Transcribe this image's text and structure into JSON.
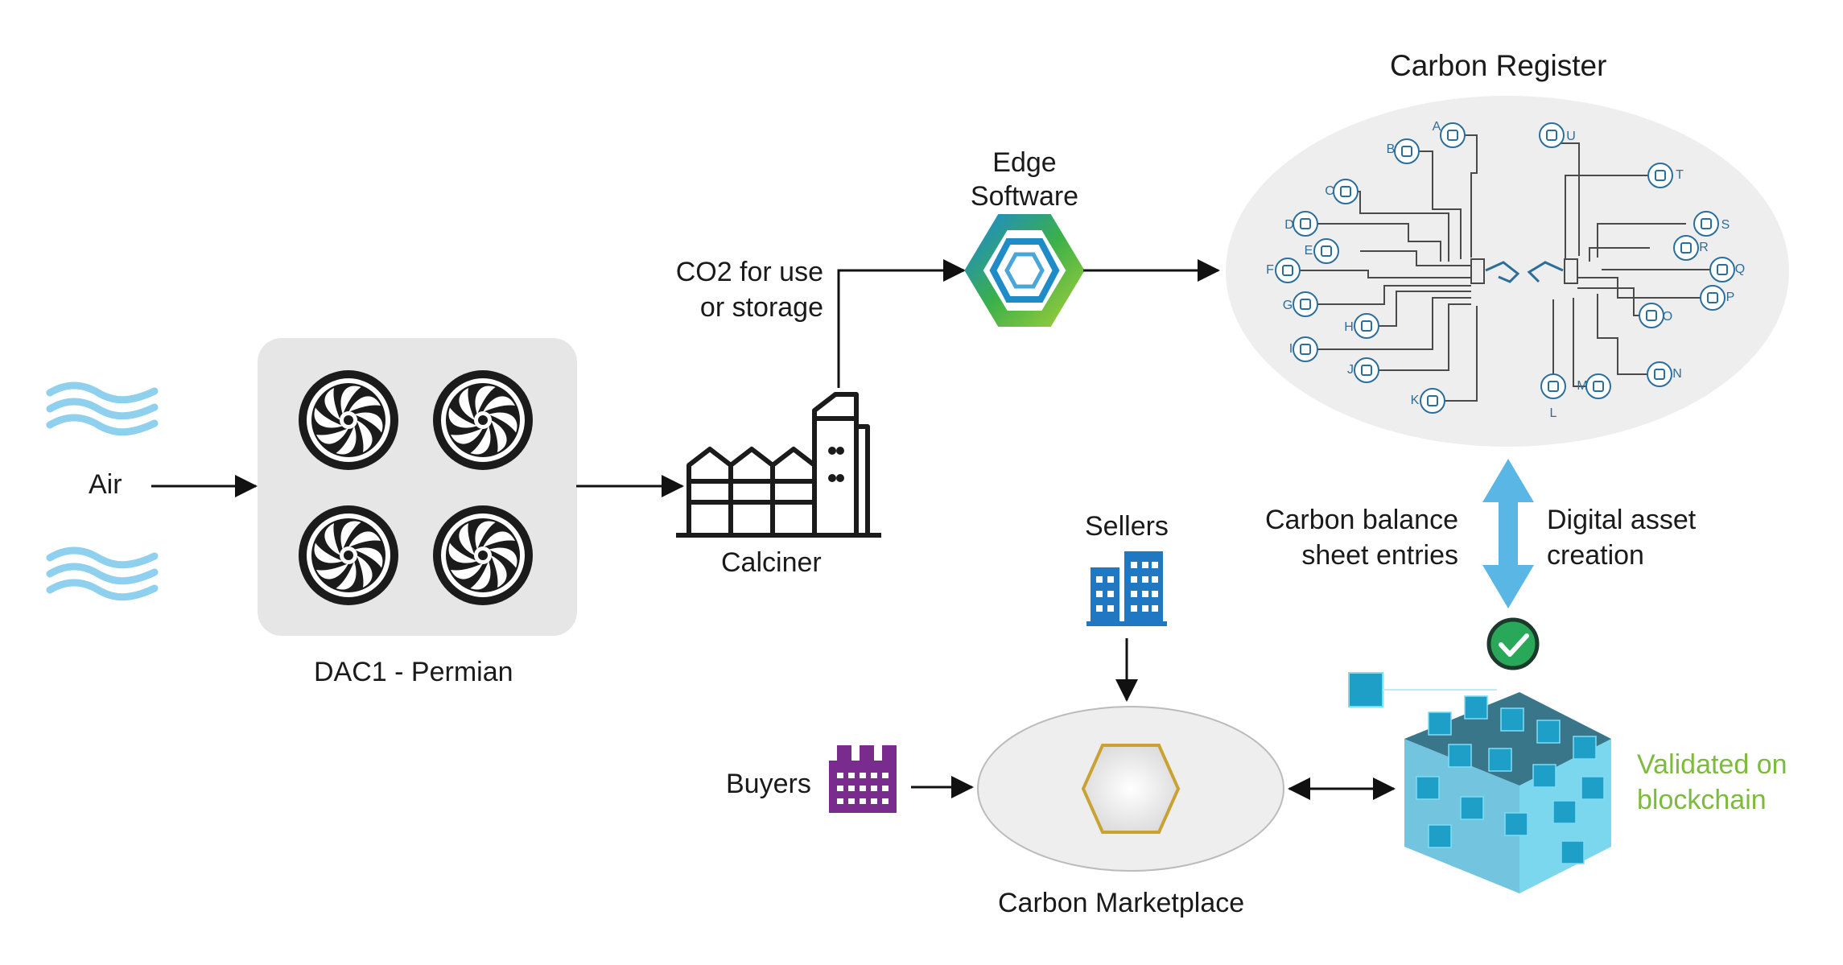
{
  "labels": {
    "air": "Air",
    "dac": "DAC1 - Permian",
    "calciner": "Calciner",
    "co2_line1": "CO2 for use",
    "co2_line2": "or storage",
    "edge_line1": "Edge",
    "edge_line2": "Software",
    "register": "Carbon Register",
    "balance_line1": "Carbon balance",
    "balance_line2": "sheet entries",
    "digital_line1": "Digital asset",
    "digital_line2": "creation",
    "sellers": "Sellers",
    "buyers": "Buyers",
    "marketplace": "Carbon Marketplace",
    "validated_line1": "Validated on",
    "validated_line2": "blockchain"
  },
  "register_nodes": [
    "A",
    "B",
    "C",
    "D",
    "E",
    "F",
    "G",
    "H",
    "I",
    "J",
    "K",
    "L",
    "M",
    "N",
    "O",
    "P",
    "Q",
    "R",
    "S",
    "T",
    "U"
  ],
  "colors": {
    "arrow": "#111111",
    "wind": "#8fd0ee",
    "dac_panel": "#e6e6e6",
    "register_fill": "#eeeeee",
    "register_line": "#4a4a4a",
    "register_node": "#2c6e9b",
    "double_arrow": "#5ab7e5",
    "sellers": "#1f78c1",
    "buyers": "#7a2b8e",
    "validated": "#7dbb3c",
    "check": "#2aa85a",
    "cube": "#1d9fc8"
  }
}
